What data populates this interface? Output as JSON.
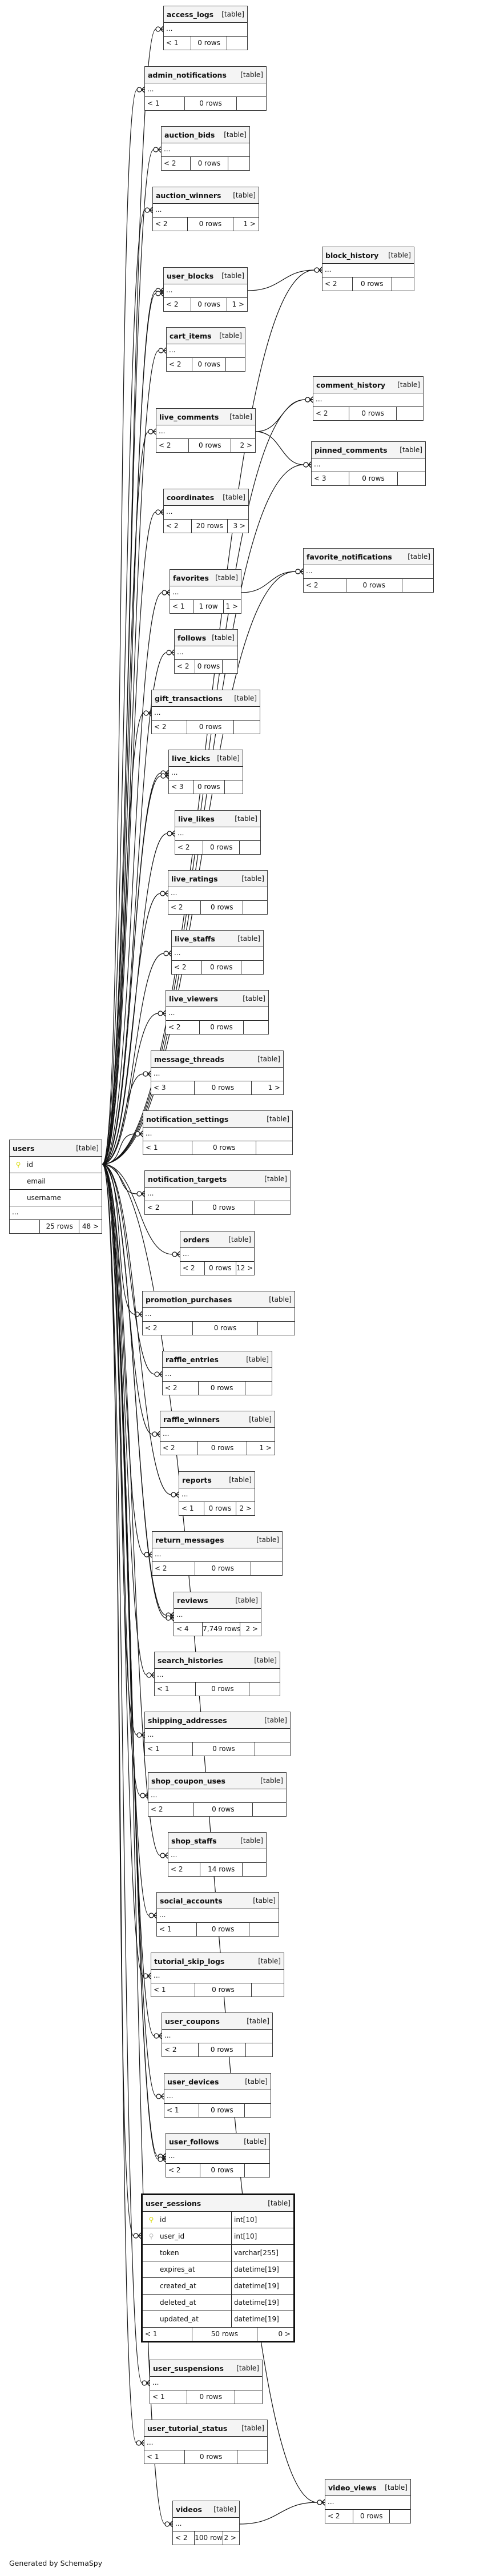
{
  "diagram": {
    "table_type_label": "[table]",
    "ellipsis": "...",
    "credit": "Generated by SchemaSpy",
    "key_color": "#d8d800"
  },
  "users": {
    "name": "users",
    "columns": [
      {
        "name": "id",
        "key": "pk"
      },
      {
        "name": "email",
        "key": ""
      },
      {
        "name": "username",
        "key": ""
      }
    ],
    "parents": "",
    "rows": "25 rows",
    "children": "48 >"
  },
  "user_sessions": {
    "name": "user_sessions",
    "columns": [
      {
        "name": "id",
        "type": "int[10]",
        "key": "pk"
      },
      {
        "name": "user_id",
        "type": "int[10]",
        "key": "fk"
      },
      {
        "name": "token",
        "type": "varchar[255]",
        "key": ""
      },
      {
        "name": "expires_at",
        "type": "datetime[19]",
        "key": ""
      },
      {
        "name": "created_at",
        "type": "datetime[19]",
        "key": ""
      },
      {
        "name": "deleted_at",
        "type": "datetime[19]",
        "key": ""
      },
      {
        "name": "updated_at",
        "type": "datetime[19]",
        "key": ""
      }
    ],
    "parents": "< 1",
    "rows": "50 rows",
    "children": "0 >"
  },
  "tables": [
    {
      "name": "access_logs",
      "parents": "< 1",
      "rows": "0 rows",
      "children": ""
    },
    {
      "name": "admin_notifications",
      "parents": "< 1",
      "rows": "0 rows",
      "children": ""
    },
    {
      "name": "auction_bids",
      "parents": "< 2",
      "rows": "0 rows",
      "children": ""
    },
    {
      "name": "auction_winners",
      "parents": "< 2",
      "rows": "0 rows",
      "children": "1 >"
    },
    {
      "name": "block_history",
      "parents": "< 2",
      "rows": "0 rows",
      "children": ""
    },
    {
      "name": "user_blocks",
      "parents": "< 2",
      "rows": "0 rows",
      "children": "1 >"
    },
    {
      "name": "cart_items",
      "parents": "< 2",
      "rows": "0 rows",
      "children": ""
    },
    {
      "name": "comment_history",
      "parents": "< 2",
      "rows": "0 rows",
      "children": ""
    },
    {
      "name": "live_comments",
      "parents": "< 2",
      "rows": "0 rows",
      "children": "2 >"
    },
    {
      "name": "pinned_comments",
      "parents": "< 3",
      "rows": "0 rows",
      "children": ""
    },
    {
      "name": "coordinates",
      "parents": "< 2",
      "rows": "20 rows",
      "children": "3 >"
    },
    {
      "name": "favorite_notifications",
      "parents": "< 2",
      "rows": "0 rows",
      "children": ""
    },
    {
      "name": "favorites",
      "parents": "< 1",
      "rows": "1 row",
      "children": "1 >"
    },
    {
      "name": "follows",
      "parents": "< 2",
      "rows": "0 rows",
      "children": ""
    },
    {
      "name": "gift_transactions",
      "parents": "< 2",
      "rows": "0 rows",
      "children": ""
    },
    {
      "name": "live_kicks",
      "parents": "< 3",
      "rows": "0 rows",
      "children": ""
    },
    {
      "name": "live_likes",
      "parents": "< 2",
      "rows": "0 rows",
      "children": ""
    },
    {
      "name": "live_ratings",
      "parents": "< 2",
      "rows": "0 rows",
      "children": ""
    },
    {
      "name": "live_staffs",
      "parents": "< 2",
      "rows": "0 rows",
      "children": ""
    },
    {
      "name": "live_viewers",
      "parents": "< 2",
      "rows": "0 rows",
      "children": ""
    },
    {
      "name": "message_threads",
      "parents": "< 3",
      "rows": "0 rows",
      "children": "1 >"
    },
    {
      "name": "notification_settings",
      "parents": "< 1",
      "rows": "0 rows",
      "children": ""
    },
    {
      "name": "notification_targets",
      "parents": "< 2",
      "rows": "0 rows",
      "children": ""
    },
    {
      "name": "orders",
      "parents": "< 2",
      "rows": "0 rows",
      "children": "12 >"
    },
    {
      "name": "promotion_purchases",
      "parents": "< 2",
      "rows": "0 rows",
      "children": ""
    },
    {
      "name": "raffle_entries",
      "parents": "< 2",
      "rows": "0 rows",
      "children": ""
    },
    {
      "name": "raffle_winners",
      "parents": "< 2",
      "rows": "0 rows",
      "children": "1 >"
    },
    {
      "name": "reports",
      "parents": "< 1",
      "rows": "0 rows",
      "children": "2 >"
    },
    {
      "name": "return_messages",
      "parents": "< 2",
      "rows": "0 rows",
      "children": ""
    },
    {
      "name": "reviews",
      "parents": "< 4",
      "rows": "7,749 rows",
      "children": "2 >"
    },
    {
      "name": "search_histories",
      "parents": "< 1",
      "rows": "0 rows",
      "children": ""
    },
    {
      "name": "shipping_addresses",
      "parents": "< 1",
      "rows": "0 rows",
      "children": ""
    },
    {
      "name": "shop_coupon_uses",
      "parents": "< 2",
      "rows": "0 rows",
      "children": ""
    },
    {
      "name": "shop_staffs",
      "parents": "< 2",
      "rows": "14 rows",
      "children": ""
    },
    {
      "name": "social_accounts",
      "parents": "< 1",
      "rows": "0 rows",
      "children": ""
    },
    {
      "name": "tutorial_skip_logs",
      "parents": "< 1",
      "rows": "0 rows",
      "children": ""
    },
    {
      "name": "user_coupons",
      "parents": "< 2",
      "rows": "0 rows",
      "children": ""
    },
    {
      "name": "user_devices",
      "parents": "< 1",
      "rows": "0 rows",
      "children": ""
    },
    {
      "name": "user_follows",
      "parents": "< 2",
      "rows": "0 rows",
      "children": ""
    },
    {
      "name": "user_suspensions",
      "parents": "< 1",
      "rows": "0 rows",
      "children": ""
    },
    {
      "name": "user_tutorial_status",
      "parents": "< 1",
      "rows": "0 rows",
      "children": ""
    },
    {
      "name": "video_views",
      "parents": "< 2",
      "rows": "0 rows",
      "children": ""
    },
    {
      "name": "videos",
      "parents": "< 2",
      "rows": "100 rows",
      "children": "2 >"
    }
  ],
  "relationships": [
    [
      "users",
      "access_logs"
    ],
    [
      "users",
      "admin_notifications"
    ],
    [
      "users",
      "auction_bids"
    ],
    [
      "users",
      "auction_winners"
    ],
    [
      "users",
      "block_history"
    ],
    [
      "users",
      "user_blocks"
    ],
    [
      "users",
      "user_blocks"
    ],
    [
      "user_blocks",
      "block_history"
    ],
    [
      "users",
      "cart_items"
    ],
    [
      "users",
      "comment_history"
    ],
    [
      "users",
      "live_comments"
    ],
    [
      "live_comments",
      "comment_history"
    ],
    [
      "live_comments",
      "pinned_comments"
    ],
    [
      "users",
      "pinned_comments"
    ],
    [
      "users",
      "coordinates"
    ],
    [
      "users",
      "favorite_notifications"
    ],
    [
      "favorites",
      "favorite_notifications"
    ],
    [
      "users",
      "favorites"
    ],
    [
      "users",
      "follows"
    ],
    [
      "users",
      "gift_transactions"
    ],
    [
      "users",
      "live_kicks"
    ],
    [
      "users",
      "live_kicks"
    ],
    [
      "users",
      "live_likes"
    ],
    [
      "users",
      "live_ratings"
    ],
    [
      "users",
      "live_staffs"
    ],
    [
      "users",
      "live_viewers"
    ],
    [
      "users",
      "message_threads"
    ],
    [
      "users",
      "notification_settings"
    ],
    [
      "users",
      "notification_targets"
    ],
    [
      "users",
      "orders"
    ],
    [
      "users",
      "promotion_purchases"
    ],
    [
      "users",
      "raffle_entries"
    ],
    [
      "users",
      "raffle_winners"
    ],
    [
      "users",
      "reports"
    ],
    [
      "users",
      "return_messages"
    ],
    [
      "users",
      "reviews"
    ],
    [
      "users",
      "reviews"
    ],
    [
      "users",
      "search_histories"
    ],
    [
      "users",
      "shipping_addresses"
    ],
    [
      "users",
      "shop_coupon_uses"
    ],
    [
      "users",
      "shop_staffs"
    ],
    [
      "users",
      "social_accounts"
    ],
    [
      "users",
      "tutorial_skip_logs"
    ],
    [
      "users",
      "user_coupons"
    ],
    [
      "users",
      "user_devices"
    ],
    [
      "users",
      "user_follows"
    ],
    [
      "users",
      "user_follows"
    ],
    [
      "users",
      "user_sessions"
    ],
    [
      "users",
      "user_suspensions"
    ],
    [
      "users",
      "user_tutorial_status"
    ],
    [
      "users",
      "video_views"
    ],
    [
      "users",
      "videos"
    ],
    [
      "videos",
      "video_views"
    ]
  ]
}
